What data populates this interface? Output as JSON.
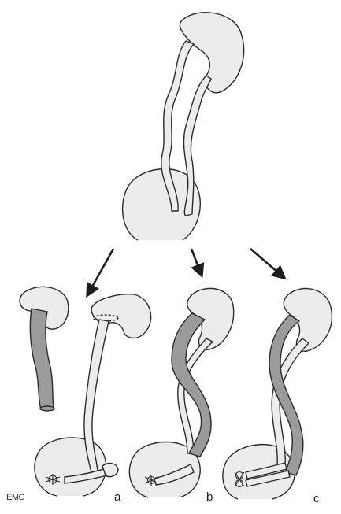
{
  "colors": {
    "organ_fill": "#ececec",
    "shaded_fill": "#9b9b9b",
    "outline": "#2a2a2a",
    "arrow": "#1e1e1e",
    "background": "#ffffff"
  },
  "panels": [
    {
      "id": "a",
      "label": "a"
    },
    {
      "id": "b",
      "label": "b"
    },
    {
      "id": "c",
      "label": "c"
    }
  ],
  "signature": "EMC"
}
